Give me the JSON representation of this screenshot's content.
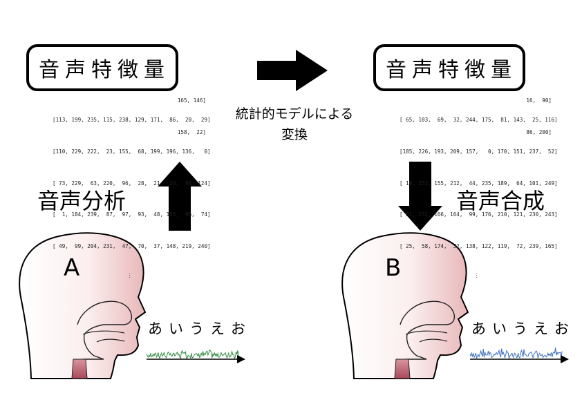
{
  "feature_title": "音声特徴量",
  "left_matrix": {
    "partial_top": [
      "165, 146]",
      "158,  22]"
    ],
    "rows": [
      "[113, 199, 235, 115, 238, 129, 171,  86,  20,  29]",
      "[110, 229, 222,  23, 155,  68, 199, 196, 136,   0]",
      "[ 73, 229,  63, 220,  96,  28,  21,  20,  98, 124]",
      "[  1, 184, 239,  87,  97,  93,  48, 153,  96,  74]",
      "[ 49,  99, 204, 231,  47,  70,  37, 148, 219, 240]"
    ],
    "ellipsis": "⋮"
  },
  "right_matrix": {
    "partial_top": [
      "16,  90]",
      "86, 200]"
    ],
    "rows": [
      "[ 65, 103,  69,  32, 244, 175,  81, 143,  25, 116]",
      "[185, 226, 193, 209, 157,   0, 170, 151, 237,  52]",
      "[ 18, 253, 155, 212,  44, 235, 189,  64, 101, 249]",
      "[ 81, 232, 166, 164,  99, 176, 210, 121, 230, 243]",
      "[ 25,  58, 174,  32, 138, 122, 119,  72, 239, 165]"
    ],
    "ellipsis": "⋮"
  },
  "conversion_label_line1": "統計的モデルによる",
  "conversion_label_line2": "変換",
  "analysis_label": "音声分析",
  "synthesis_label": "音声合成",
  "speaker_a": "A",
  "speaker_b": "B",
  "vowels": "あいうえお",
  "colors": {
    "waveform_a": "#2e8b3e",
    "waveform_b": "#3a6fc0",
    "head_skin": "#f2d4d4",
    "throat": "#b85c6a"
  }
}
